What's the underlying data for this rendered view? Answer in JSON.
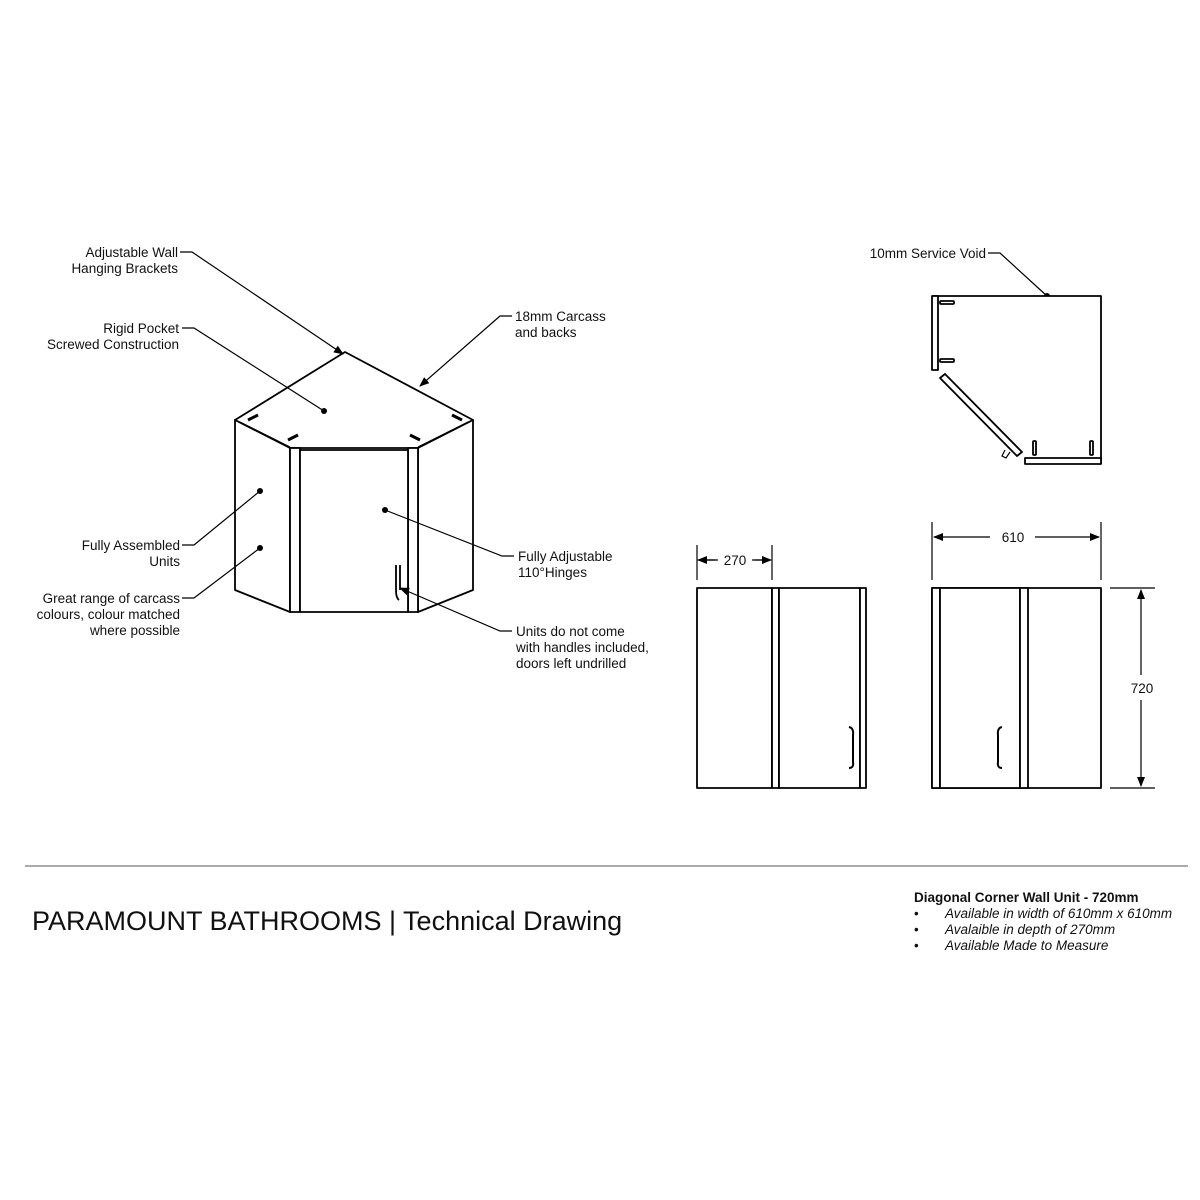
{
  "callouts": {
    "brackets": [
      "Adjustable Wall",
      "Hanging Brackets"
    ],
    "pocket": [
      "Rigid Pocket",
      "Screwed Construction"
    ],
    "carcass": [
      "18mm Carcass",
      "and backs"
    ],
    "assembled": [
      "Fully Assembled",
      "Units"
    ],
    "colours": [
      "Great range of carcass",
      "colours, colour matched",
      "where possible"
    ],
    "hinges": [
      "Fully Adjustable",
      "110°Hinges"
    ],
    "handles": [
      "Units do not come",
      "with handles included,",
      "doors left undrilled"
    ],
    "service_void": "10mm Service Void"
  },
  "dimensions": {
    "depth": "270",
    "width": "610",
    "height": "720"
  },
  "footer": {
    "title": "PARAMOUNT BATHROOMS | Technical Drawing",
    "spec_heading": "Diagonal Corner Wall Unit - 720mm",
    "bullet": "•",
    "specs": [
      "Available in width of 610mm x 610mm",
      "Avalaible in depth of 270mm",
      "Available Made to Measure"
    ]
  }
}
